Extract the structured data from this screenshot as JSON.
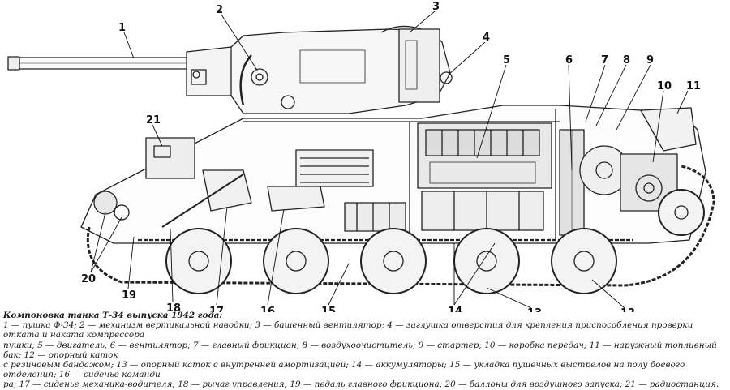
{
  "callouts": [
    "1",
    "2",
    "3",
    "4",
    "5",
    "6",
    "7",
    "8",
    "9",
    "10",
    "11",
    "12",
    "13",
    "14",
    "15",
    "16",
    "17",
    "18",
    "19",
    "20",
    "21"
  ],
  "caption": {
    "title": "Компоновка танка Т-34 выпуска 1942 года:",
    "line1": "1 — пушка Ф-34; 2 — механизм вертикальной наводки; 3 — башенный вентилятор; 4 — заглушка отверстия для крепления приспособления проверки отката и наката компрессора",
    "line2": "пушки; 5 — двигатель; 6 — вентилятор; 7 — главный фрикцион; 8 — воздухоочиститель; 9 — стартер; 10 — коробка передач; 11 — наружный топливный бак; 12 — опорный каток",
    "line3": "с резиновым бандажом; 13 — опорный каток с внутренней амортизацией; 14 — аккумуляторы; 15 — укладка пушечных выстрелов на полу боевого отделения; 16 — сиденье команди",
    "line4": "ра; 17 — сиденье механика-водителя; 18 — рычаг управления; 19 — педаль главного фрикциона; 20 — баллоны для воздушного запуска; 21 — радиостанция."
  }
}
